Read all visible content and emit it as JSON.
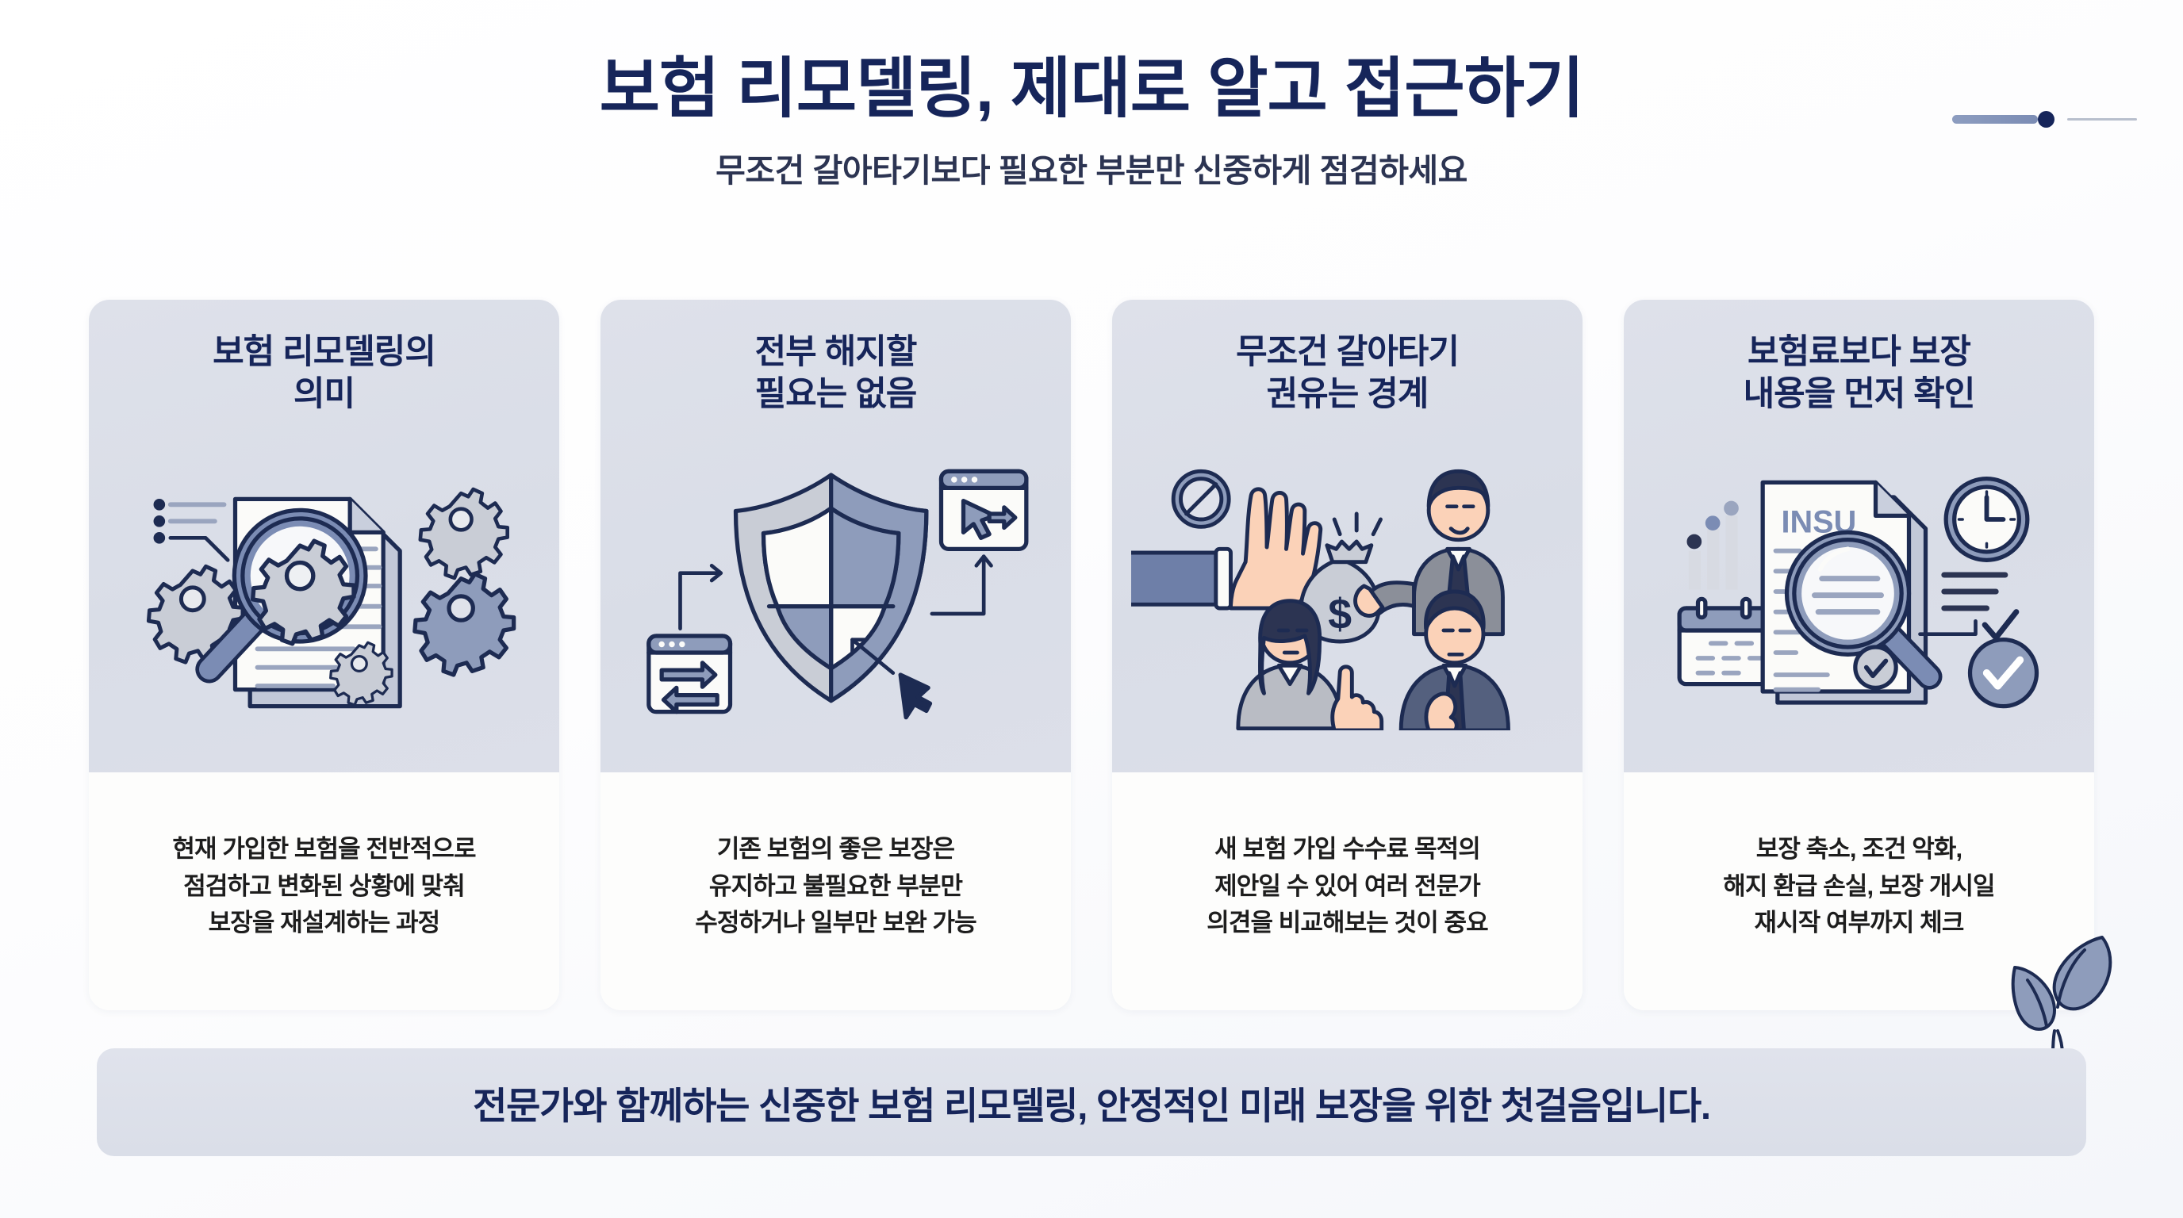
{
  "header": {
    "title": "보험 리모델링, 제대로 알고 접근하기",
    "subtitle": "무조건 갈아타기보다 필요한 부분만 신중하게 점검하세요"
  },
  "decoration": {
    "top_right": "progress-bar-decoration",
    "bottom_right": "leaf-sprout-decoration"
  },
  "cards": [
    {
      "title": "보험 리모델링의\n의미",
      "description": "현재 가입한 보험을 전반적으로\n점검하고 변화된 상황에 맞춰\n보장을 재설계하는 과정",
      "illustration": "document-magnifier-gears-icon"
    },
    {
      "title": "전부 해지할\n필요는 없음",
      "description": "기존 보험의 좋은 보장은\n유지하고 불필요한 부분만\n수정하거나 일부만 보완 가능",
      "illustration": "shield-swap-windows-icon"
    },
    {
      "title": "무조건 갈아타기\n권유는 경계",
      "description": "새 보험 가입 수수료 목적의\n제안일 수 있어 여러 전문가\n의견을 비교해보는 것이 중요",
      "illustration": "stop-hand-salesman-moneybag-icon"
    },
    {
      "title": "보험료보다 보장\n내용을 먼저 확인",
      "description": "보장 축소, 조건 악화,\n해지 환급 손실, 보장 개시일\n재시작 여부까지 체크",
      "illustration": "insurance-document-check-clock-icon",
      "document_label": "INSU"
    }
  ],
  "footer": {
    "message": "전문가와 함께하는 신중한 보험 리모델링, 안정적인 미래 보장을 위한 첫걸음입니다."
  },
  "colors": {
    "navy": "#16255a",
    "card_top_bg": "#dcdfe9",
    "card_body_bg": "#fdfdfc",
    "banner_bg": "#dde1ea",
    "accent_blue": "#7b8cb4",
    "page_bg": "#ffffff"
  }
}
